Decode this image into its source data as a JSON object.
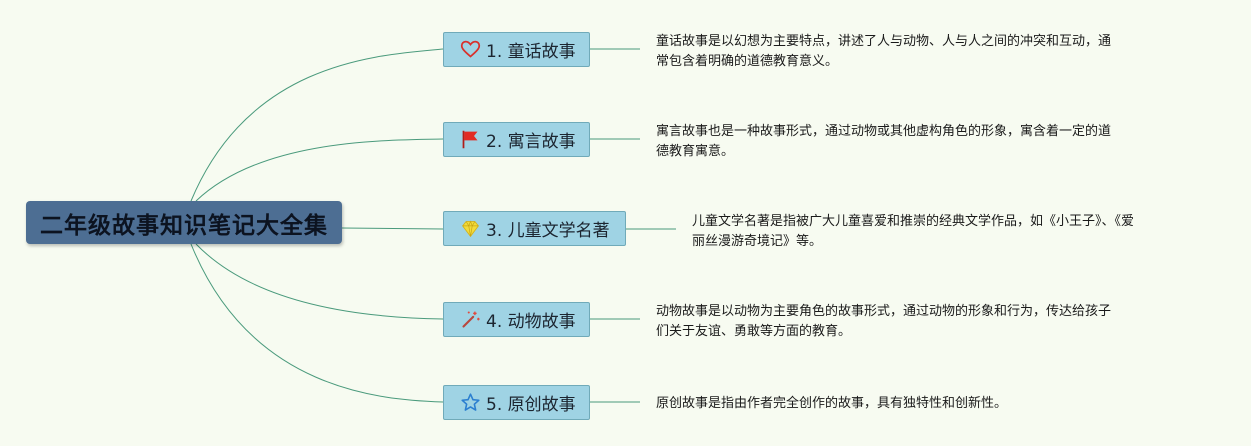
{
  "root": {
    "title": "二年级故事知识笔记大全集"
  },
  "topics": [
    {
      "label": "1. 童话故事",
      "icon": "heart-icon",
      "note": [
        "童话故事是以幻想为主要特点，讲述了人与动物、人与人之间的冲突和互动，通",
        "常包含着明确的道德教育意义。"
      ]
    },
    {
      "label": "2. 寓言故事",
      "icon": "red-flag-icon",
      "note": [
        "寓言故事也是一种故事形式，通过动物或其他虚构角色的形象，寓含着一定的道",
        "德教育寓意。"
      ]
    },
    {
      "label": "3. 儿童文学名著",
      "icon": "diamond-icon",
      "note": [
        "儿童文学名著是指被广大儿童喜爱和推崇的经典文学作品，如《小王子》、《爱",
        "丽丝漫游奇境记》等。"
      ]
    },
    {
      "label": "4. 动物故事",
      "icon": "magic-wand-icon",
      "note": [
        "动物故事是以动物为主要角色的故事形式，通过动物的形象和行为，传达给孩子",
        "们关于友谊、勇敢等方面的教育。"
      ]
    },
    {
      "label": "5. 原创故事",
      "icon": "star-icon",
      "note": [
        "原创故事是指由作者完全创作的故事，具有独特性和创新性。"
      ]
    }
  ]
}
